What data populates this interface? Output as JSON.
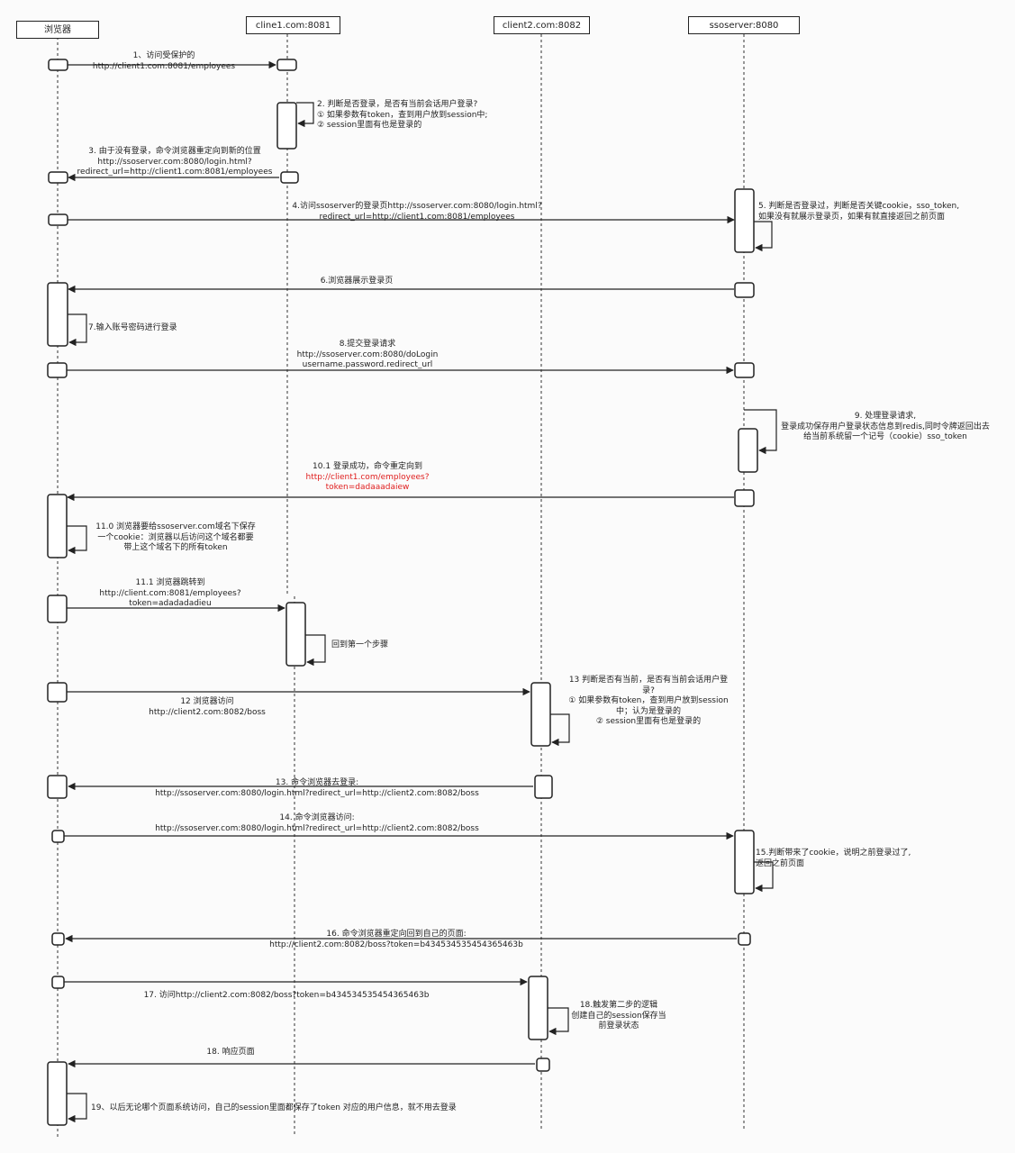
{
  "participants": {
    "browser": "浏览器",
    "client1": "cline1.com:8081",
    "client2": "client2.com:8082",
    "ssoserver": "ssoserver:8080"
  },
  "messages": {
    "m1": [
      "1、访问受保护的",
      "http://client1.com:8081/employees"
    ],
    "m2": [
      "2. 判断是否登录，是否有当前会话用户登录?",
      "① 如果参数有token，查到用户放到session中;",
      "② session里面有也是登录的"
    ],
    "m3": [
      "3. 由于没有登录，命令浏览器重定向到新的位置",
      "http://ssoserver.com:8080/login.html?",
      "redirect_url=http://client1.com:8081/employees"
    ],
    "m4": [
      "4.访问ssoserver的登录页http://ssoserver.com:8080/login.html?",
      "redirect_url=http://client1.com:8081/employees"
    ],
    "m5": [
      "5. 判断是否登录过，判断是否关键cookie，sso_token,",
      "如果没有就展示登录页，如果有就直接返回之前页面"
    ],
    "m6": [
      "6.浏览器展示登录页"
    ],
    "m7": [
      "7.输入账号密码进行登录"
    ],
    "m8": [
      "8.提交登录请求",
      "http://ssoserver.com:8080/doLogin",
      "username.password.redirect_url"
    ],
    "m9": [
      "9. 处理登录请求,",
      "登录成功保存用户登录状态信息到redis,同时令牌返回出去",
      "给当前系统留一个记号（cookie）sso_token"
    ],
    "m10": [
      "10.1 登录成功，命令重定向到",
      "http://client1.com/employees?",
      "token=dadaaadaiew"
    ],
    "m11": [
      "11.0 浏览器要给ssoserver.com域名下保存",
      "一个cookie：浏览器以后访问这个域名都要",
      "带上这个域名下的所有token"
    ],
    "m111": [
      "11.1 浏览器跳转到",
      "http://client.com:8081/employees?",
      "token=adadadadieu"
    ],
    "m_back": [
      "回到第一个步骤"
    ],
    "m12": [
      "12 浏览器访问",
      "http://client2.com:8082/boss"
    ],
    "m13a": [
      "13 判断是否有当前，是否有当前会话用户登",
      "录?",
      "① 如果参数有token，查到用户放到session",
      "中；认为是登录的",
      "② session里面有也是登录的"
    ],
    "m13b": [
      "13. 命令浏览器去登录:",
      "http://ssoserver.com:8080/login.html?redirect_url=http://client2.com:8082/boss"
    ],
    "m14": [
      "14. 命令浏览器访问:",
      "http://ssoserver.com:8080/login.html?redirect_url=http://client2.com:8082/boss"
    ],
    "m15": [
      "15.判断带来了cookie，说明之前登录过了,",
      "返回之前页面"
    ],
    "m16": [
      "16. 命令浏览器重定向回到自己的页面:",
      "http://client2.com:8082/boss?token=b434534535454365463b"
    ],
    "m17": [
      "17. 访问http://client2.com:8082/boss?token=b434534535454365463b"
    ],
    "m18a": [
      "18.触发第二步的逻辑",
      "创建自己的session保存当",
      "前登录状态"
    ],
    "m18b": [
      "18. 响应页面"
    ],
    "m19": [
      "19、以后无论哪个页面系统访问，自己的session里面都保存了token 对应的用户信息，就不用去登录"
    ]
  },
  "colors": {
    "line": "#222222",
    "highlight": "#e02020"
  }
}
